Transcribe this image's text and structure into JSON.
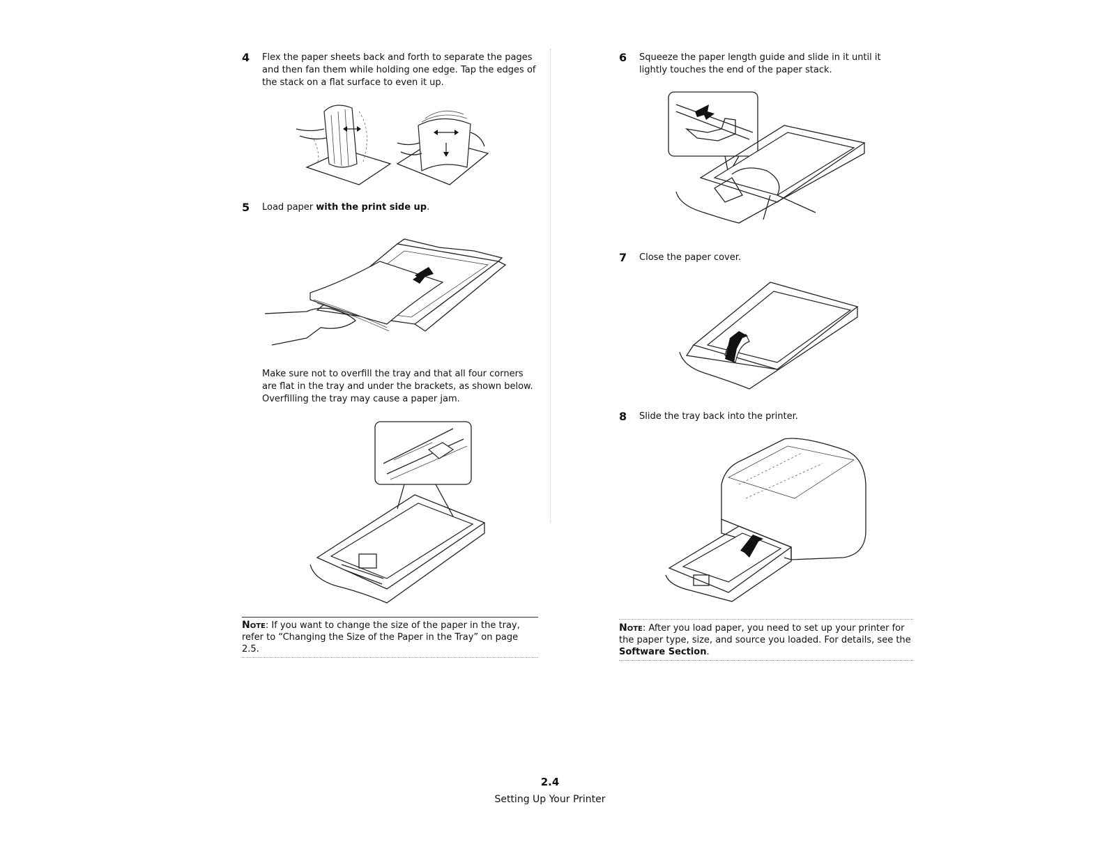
{
  "steps": {
    "s4": {
      "num": "4",
      "text": "Flex the paper sheets back and forth to separate the pages and then fan them while holding one edge. Tap the edges of the stack on a flat surface to even it up."
    },
    "s5": {
      "num": "5",
      "text_pre": "Load paper ",
      "text_bold": "with the print side up",
      "text_post": "."
    },
    "s5_para": "Make sure not to overfill the tray and that all four corners are flat in the tray and under the brackets, as shown below. Overfilling the tray may cause a paper jam.",
    "s6": {
      "num": "6",
      "text": "Squeeze the paper length guide and slide in it until it lightly touches the end of the paper stack."
    },
    "s7": {
      "num": "7",
      "text": "Close the paper cover."
    },
    "s8": {
      "num": "8",
      "text": "Slide the tray back into the printer."
    }
  },
  "notes": {
    "left": {
      "label": "Note",
      "text": ": If you want to change the size of the paper in the tray, refer to “Changing the Size of the Paper in the Tray” on page 2.5."
    },
    "right": {
      "label": "Note",
      "text_pre": ": After you load paper, you need to set up your printer for the paper type, size, and source you loaded. For details, see the ",
      "text_bold": "Software Section",
      "text_post": "."
    }
  },
  "footer": {
    "page_number": "2.4",
    "title": "Setting Up Your Printer"
  }
}
